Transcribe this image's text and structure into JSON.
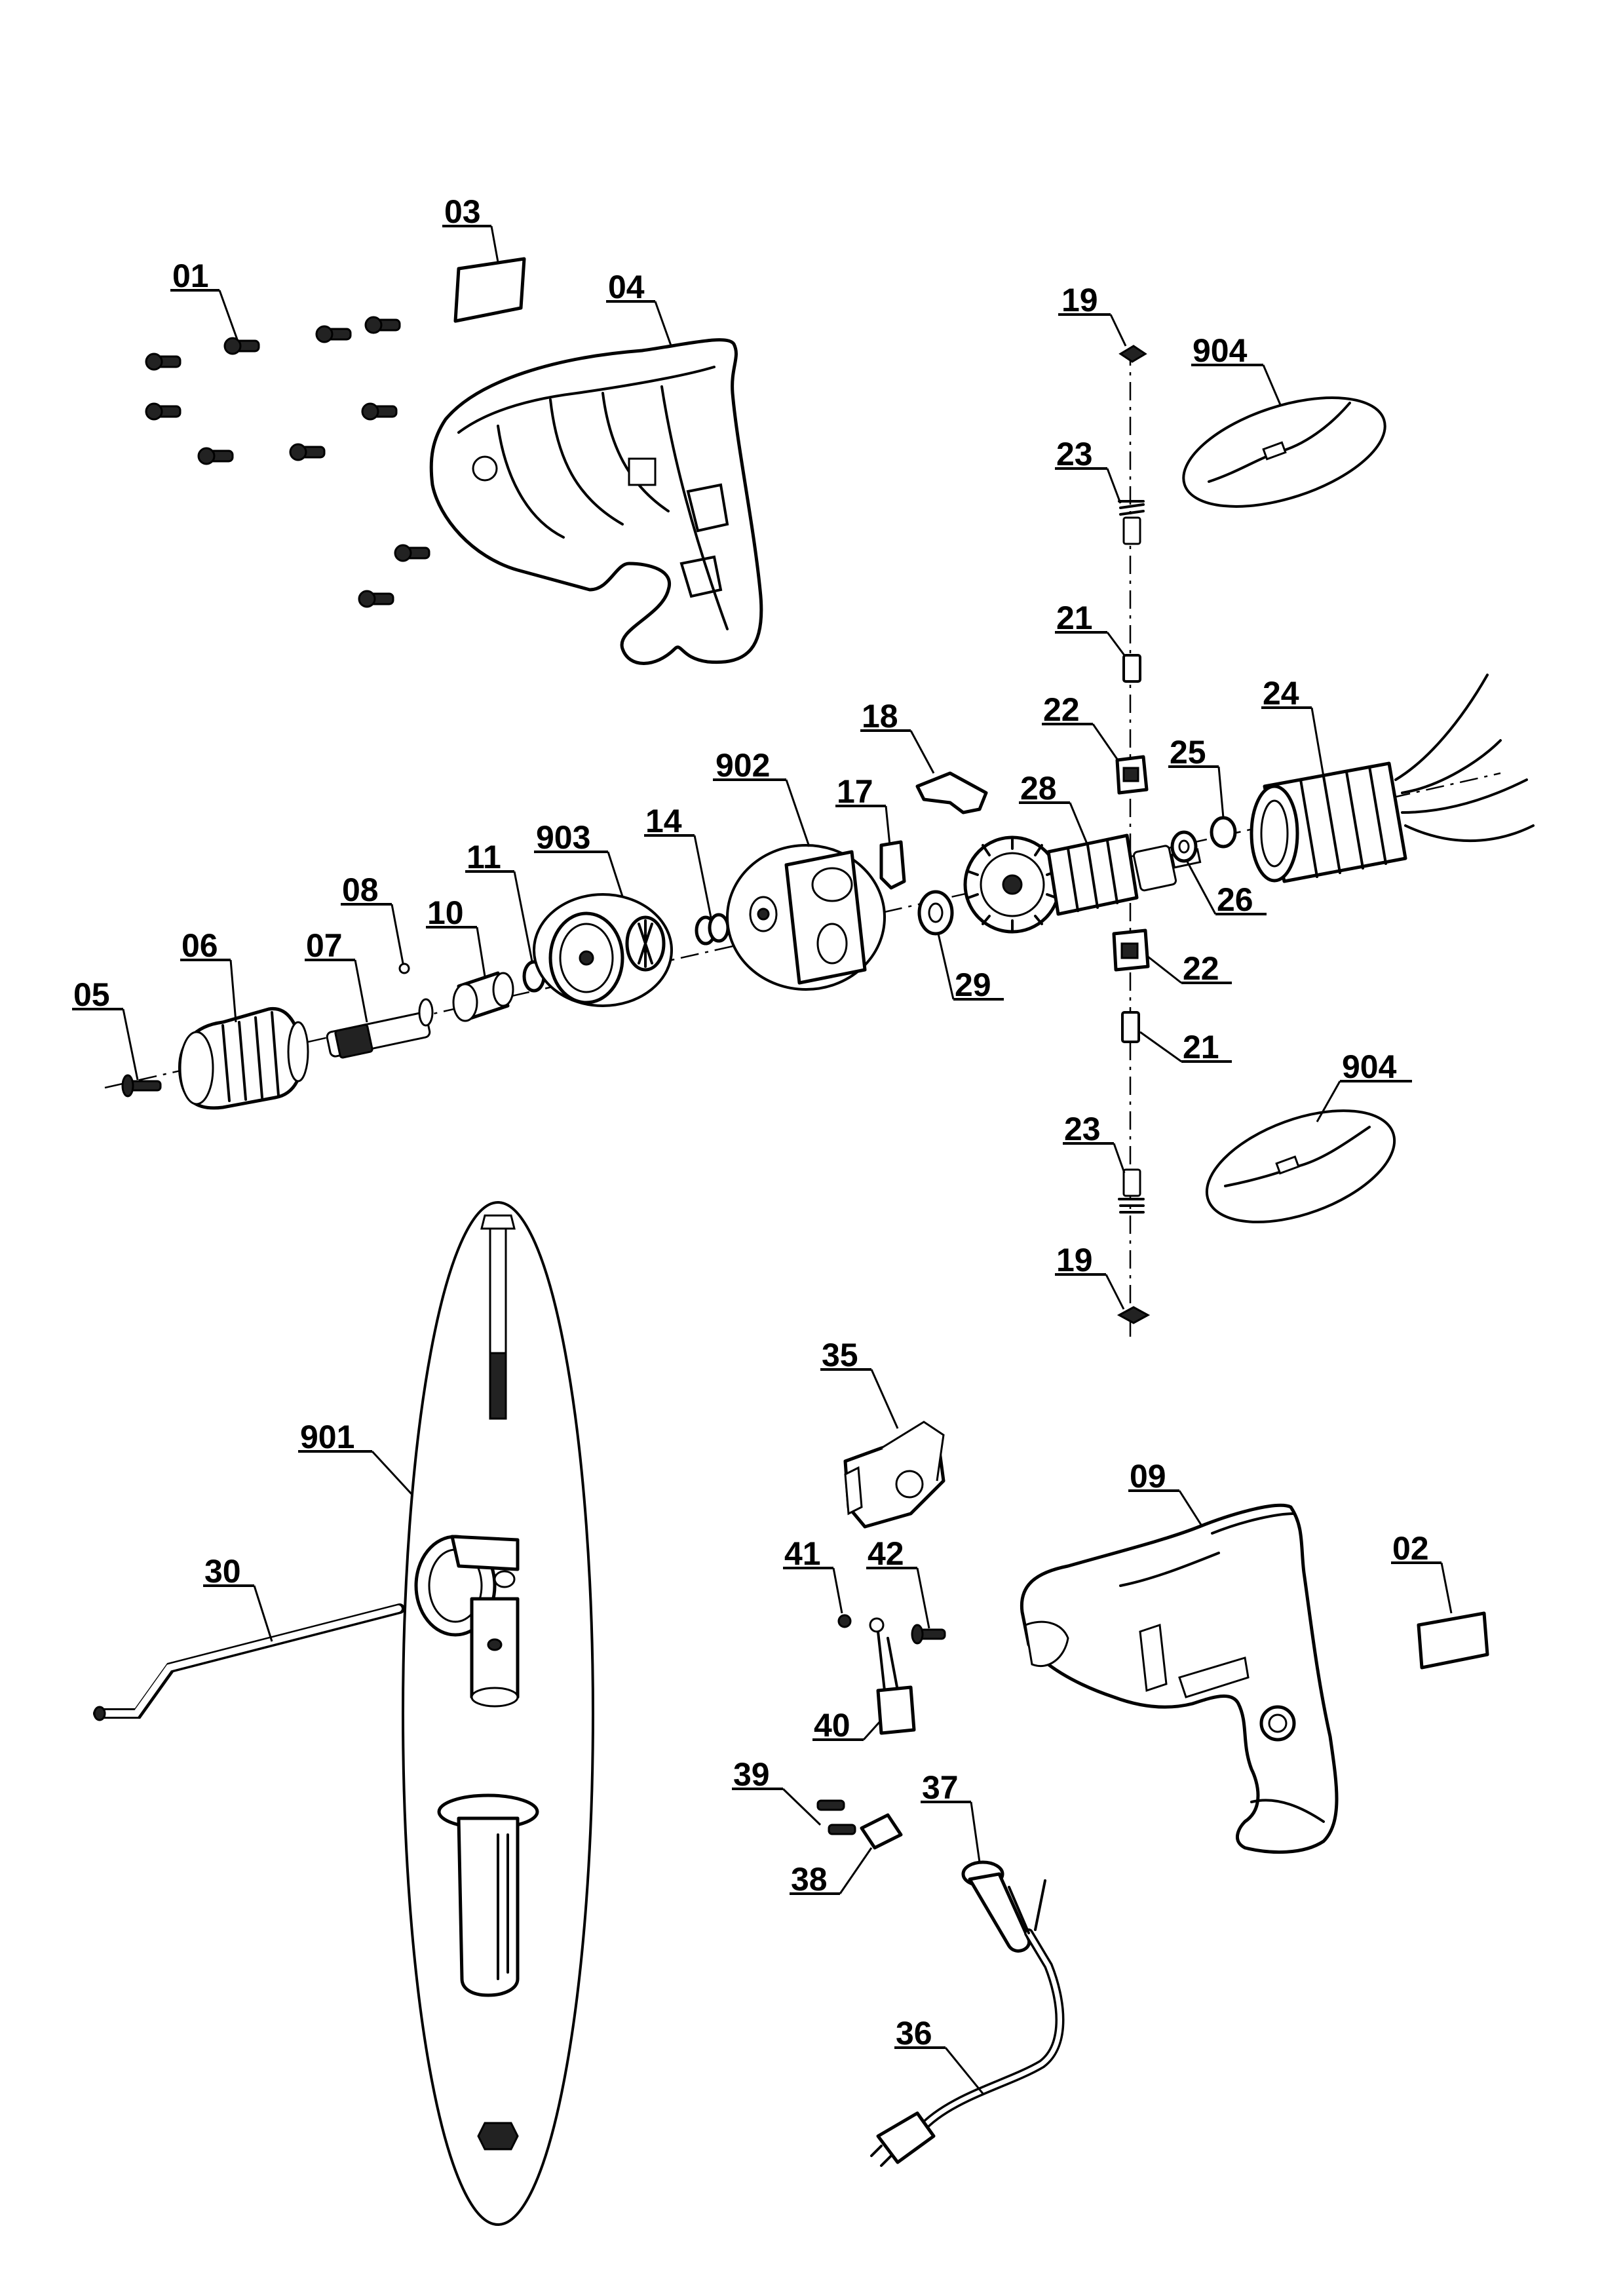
{
  "labels": {
    "p01": "01",
    "p02": "02",
    "p03": "03",
    "p04": "04",
    "p05": "05",
    "p06": "06",
    "p07": "07",
    "p08": "08",
    "p09": "09",
    "p10": "10",
    "p11": "11",
    "p14": "14",
    "p17": "17",
    "p18": "18",
    "p19a": "19",
    "p19b": "19",
    "p21a": "21",
    "p21b": "21",
    "p22a": "22",
    "p22b": "22",
    "p23a": "23",
    "p23b": "23",
    "p24": "24",
    "p25": "25",
    "p26": "26",
    "p28": "28",
    "p29": "29",
    "p30": "30",
    "p35": "35",
    "p36": "36",
    "p37": "37",
    "p38": "38",
    "p39": "39",
    "p40": "40",
    "p41": "41",
    "p42": "42",
    "p901": "901",
    "p902": "902",
    "p903": "903",
    "p904a": "904",
    "p904b": "904"
  }
}
